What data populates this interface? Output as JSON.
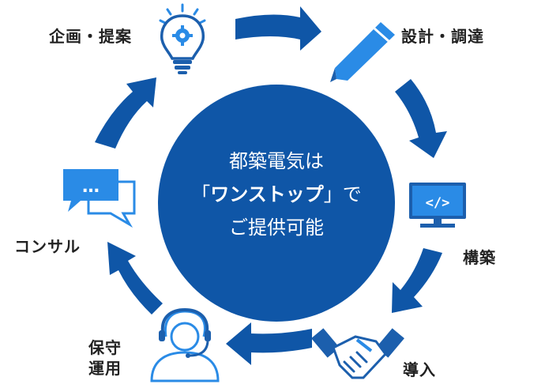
{
  "colors": {
    "arrow": "#0f56a7",
    "center": "#0f56a7",
    "icon_dark": "#1c5fad",
    "icon_light": "#2a8be6",
    "label": "#222222",
    "center_text": "#ffffff"
  },
  "center": {
    "line1": "都築電気は",
    "line2_open": "「",
    "line2_em": "ワンストップ",
    "line2_close": "」で",
    "line3": "ご提供可能"
  },
  "stages": {
    "plan": "企画・提案",
    "design": "設計・調達",
    "build": "構築",
    "introduce": "導入",
    "maintain_line1": "保守",
    "maintain_line2": "運用",
    "consult": "コンサル"
  },
  "icons": {
    "plan": "lightbulb-gear-icon",
    "design": "pencil-icon",
    "build": "monitor-code-icon",
    "introduce": "handshake-icon",
    "maintain": "headset-operator-icon",
    "consult": "chat-bubbles-icon"
  },
  "monitor_code": "</>",
  "chat_dots": "…"
}
